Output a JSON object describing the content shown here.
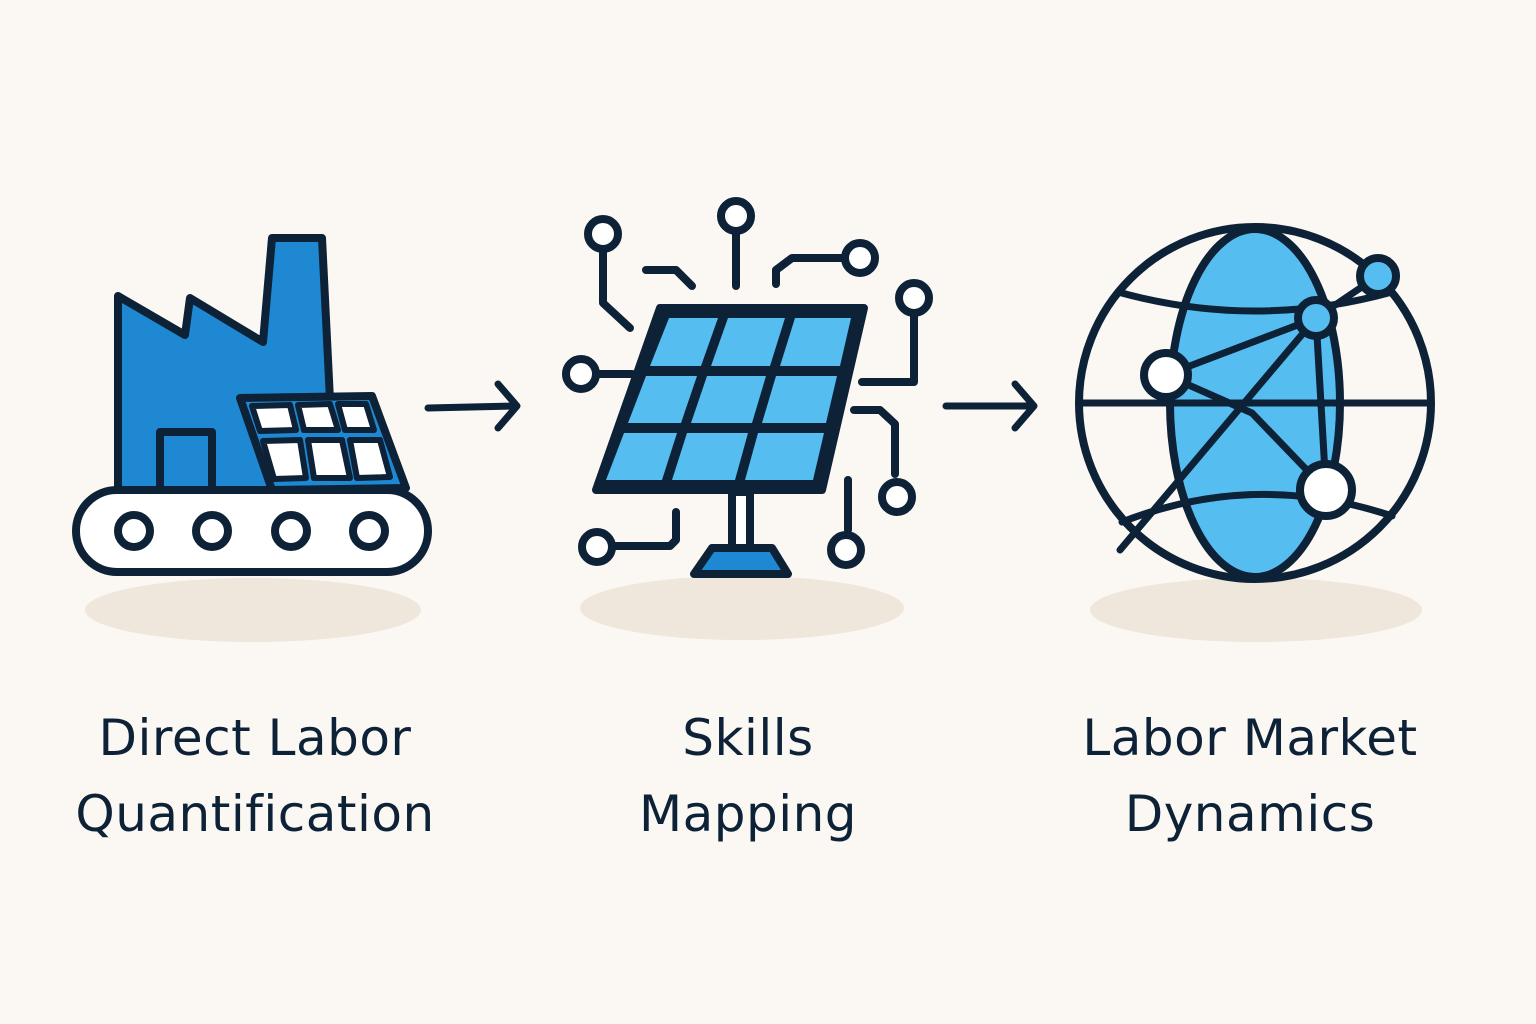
{
  "colors": {
    "background": "#fbf8f3",
    "outline": "#0d2137",
    "blue_dark": "#1e88d2",
    "blue_light": "#55bdf0",
    "shadow": "#efe6dc"
  },
  "steps": [
    {
      "icon": "factory-conveyor-icon",
      "line1": "Direct Labor",
      "line2": "Quantification"
    },
    {
      "icon": "solar-panel-circuit-icon",
      "line1": "Skills",
      "line2": "Mapping"
    },
    {
      "icon": "globe-network-icon",
      "line1": "Labor Market",
      "line2": "Dynamics"
    }
  ],
  "connectors": [
    "arrow-right-icon",
    "arrow-right-icon"
  ]
}
